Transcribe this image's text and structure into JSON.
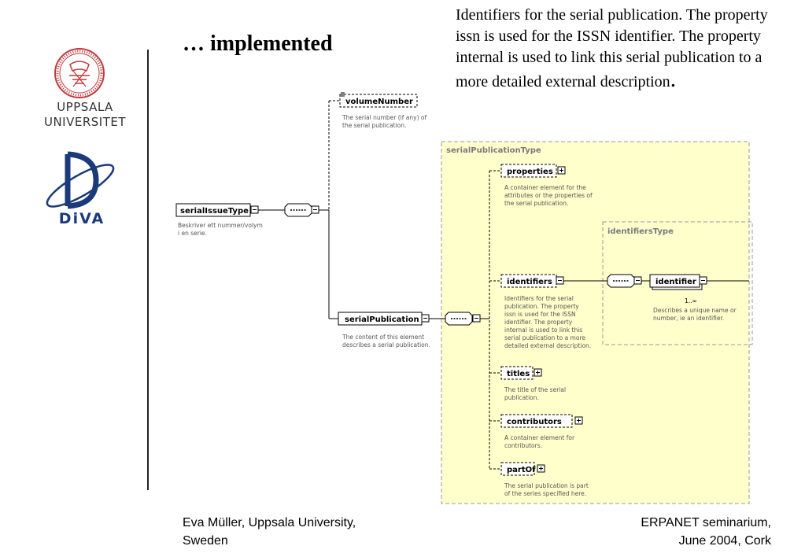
{
  "slide": {
    "heading": "… implemented",
    "description_main": "Identifiers for the serial publication. The property issn is used for the ISSN identifier. The property internal is used to link this serial publication to a more detailed external description",
    "description_end": ".",
    "footer_left_line1": "Eva Müller, Uppsala University,",
    "footer_left_line2": "Sweden",
    "footer_right_line1": "ERPANET seminarium,",
    "footer_right_line2": "June 2004, Cork"
  },
  "logos": {
    "uppsala_line1": "UPPSALA",
    "uppsala_line2": "UNIVERSITET",
    "diva": "DiVA",
    "uppsala_color": "#c0393e",
    "diva_color": "#1a3a7a"
  },
  "diagram": {
    "seriallissue": {
      "label": "serialIssueType",
      "note1": "Beskriver ett nummer/volym",
      "note2": "i en serie."
    },
    "volume": {
      "label": "volumeNumber",
      "note1": "The serial number (if any) of",
      "note2": "the serial publication."
    },
    "serialpub": {
      "label": "serialPublication",
      "note1": "The content of this element",
      "note2": "describes a serial publication."
    },
    "spt_label": "serialPublicationType",
    "properties": {
      "label": "properties",
      "note1": "A container element for the",
      "note2": "attributes or the properties of",
      "note3": "the serial publication."
    },
    "idtype_label": "identifiersType",
    "identifiers": {
      "label": "identifiers",
      "note1": "Identifiers for the serial",
      "note2": "publication. The property",
      "note3": "issn is used for the ISSN",
      "note4": "identifier. The property",
      "note5": "internal is used to link this",
      "note6": "serial publication to a more",
      "note7": "detailed external description."
    },
    "identifier": {
      "label": "identifier",
      "mult": "1..∞",
      "note1": "Describes a unique name or",
      "note2": "number, ie an identifier."
    },
    "titles": {
      "label": "titles",
      "note1": "The title of the serial",
      "note2": "publication."
    },
    "contributors": {
      "label": "contributors",
      "note1": "A container element for",
      "note2": "contributors."
    },
    "partof": {
      "label": "partOf",
      "note1": "The serial publication is part",
      "note2": "of the series specified here."
    }
  }
}
